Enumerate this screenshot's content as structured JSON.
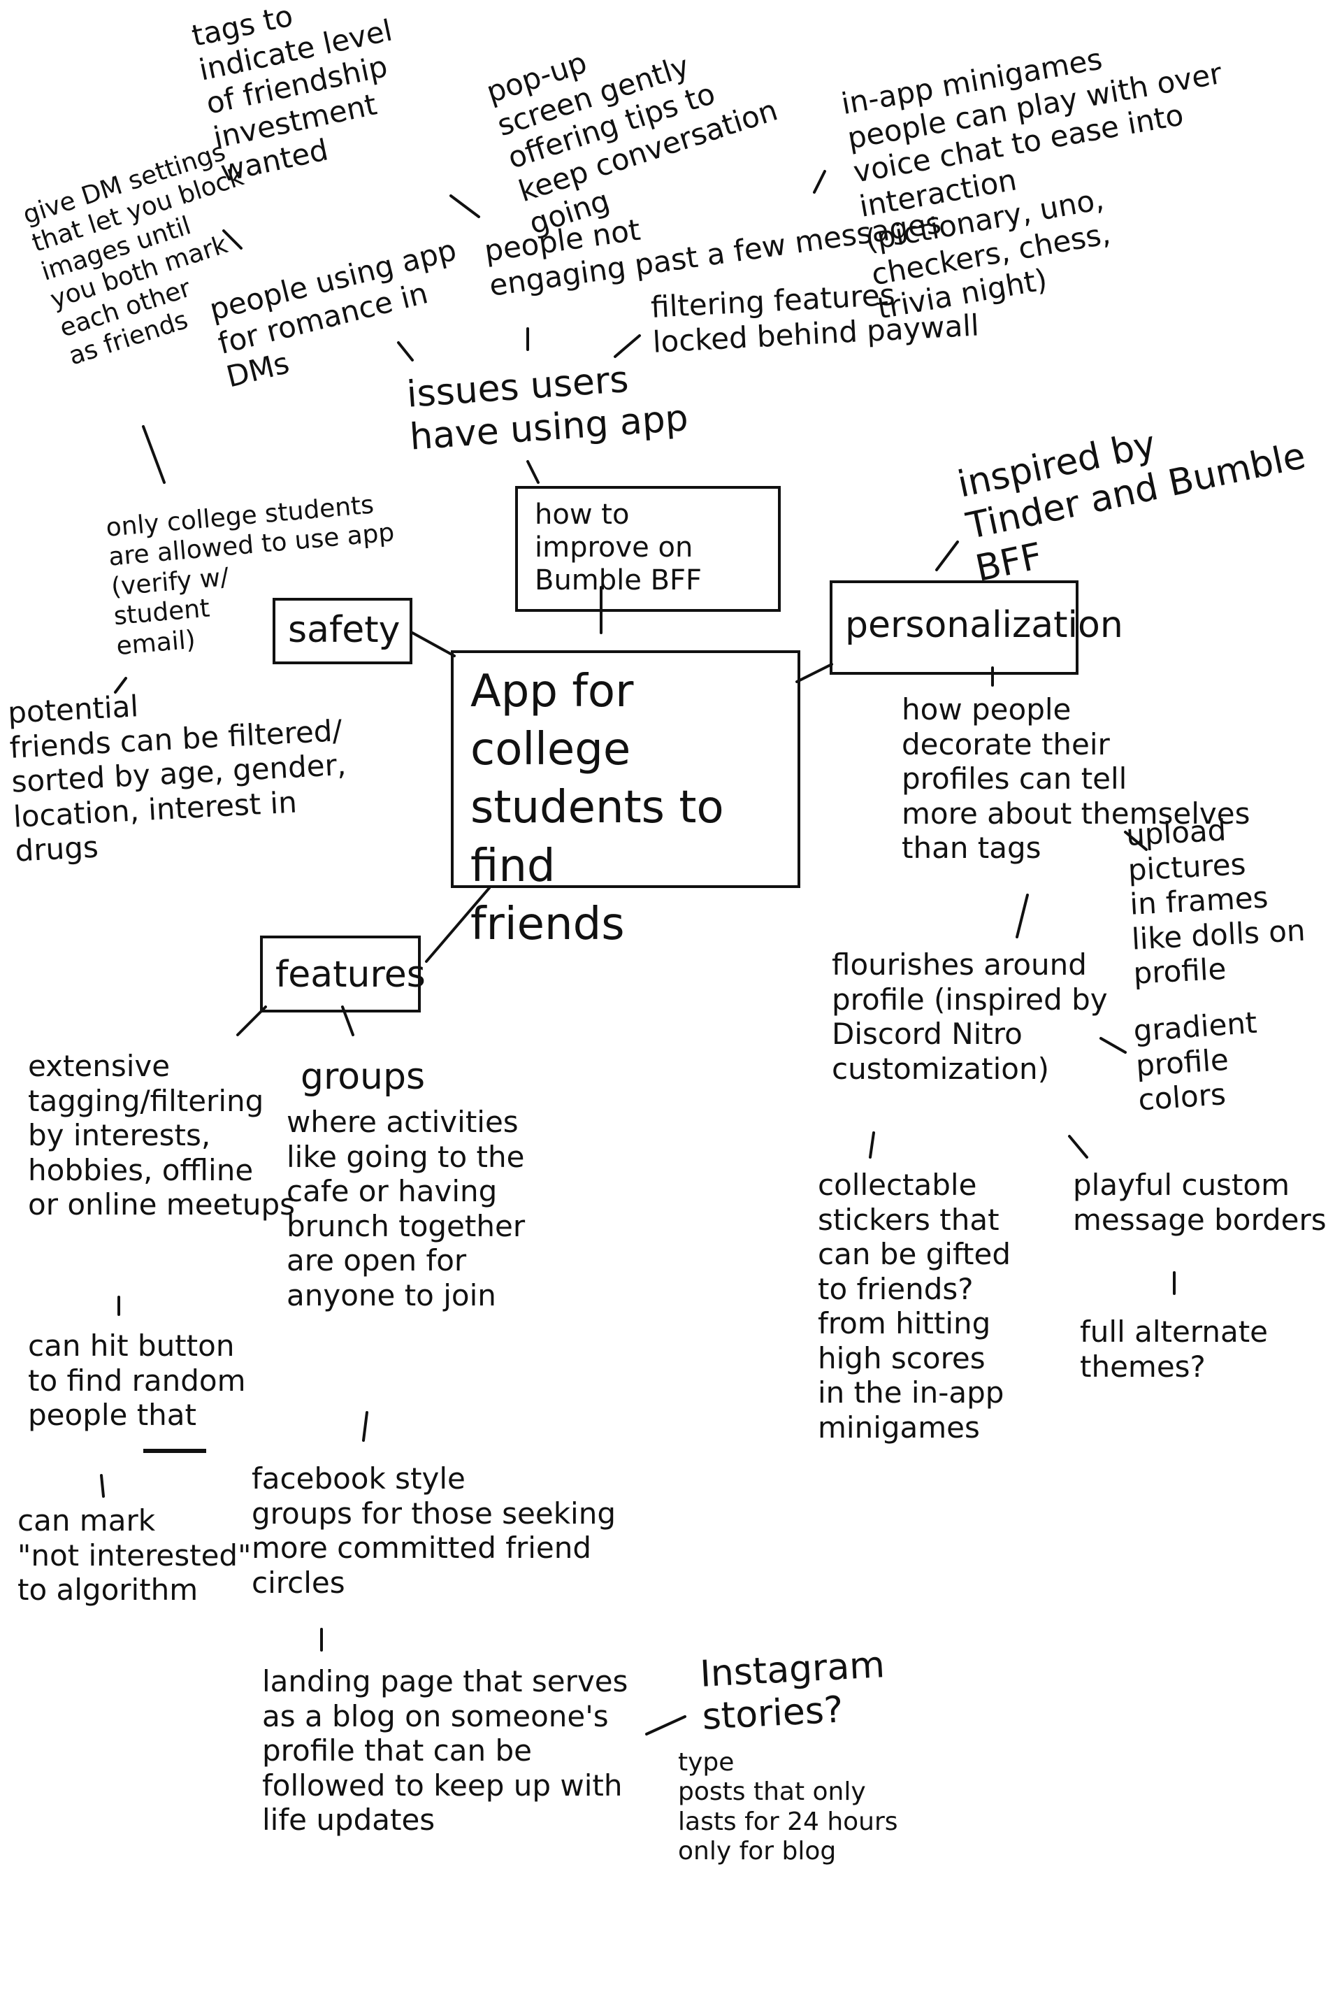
{
  "diagram": {
    "center": "App for college\nstudents to find\nfriends",
    "top_box": "how to\nimprove on\nBumble BFF",
    "safety_box": "safety",
    "personalization_box": "personalization",
    "features_box": "features",
    "issues": {
      "heading": "issues users\nhave using app",
      "tags_note": "tags to\nindicate level\nof friendship\ninvestment\nwanted",
      "popup_note": "pop-up\nscreen gently\noffering tips to\nkeep conversation\ngoing",
      "not_engaging": "people not\nengaging past a few messages",
      "minigames_note": "in-app minigames\npeople can play with over\nvoice chat to ease into\ninteraction\n(pictionary, uno,\ncheckers, chess,\ntrivia night)",
      "dm_settings": "give DM settings\nthat let you block\nimages until\nyou both mark\neach other\nas friends",
      "romance": "people using app\nfor romance in\nDMs",
      "paywall": "filtering features\nlocked behind paywall"
    },
    "personalization": {
      "inspired": "inspired by\nTinder and Bumble BFF",
      "decorate": "how people\ndecorate their\nprofiles can tell\nmore about themselves\nthan tags",
      "upload": "upload pictures\nin frames\nlike dolls on\nprofile",
      "flourishes": "flourishes around\nprofile (inspired by\nDiscord Nitro\ncustomization)",
      "gradient": "gradient\nprofile\ncolors",
      "stickers": "collectable\nstickers that\ncan be gifted\nto friends?\nfrom hitting\nhigh scores\nin the in-app\nminigames",
      "borders": "playful custom\nmessage borders",
      "themes": "full alternate\nthemes?"
    },
    "safety": {
      "college_only": "only college students\nare allowed to use app\n(verify w/\nstudent\nemail)",
      "filtered": "potential\nfriends can be filtered/\nsorted by age, gender,\nlocation, interest in\ndrugs"
    },
    "features": {
      "tagging": "extensive\ntagging/filtering\nby interests,\nhobbies, offline\nor online meetups",
      "random": "can hit button\nto find random\npeople that",
      "not_interested": "can mark\n\"not interested\"\nto algorithm",
      "groups_title": "groups",
      "groups": "where activities\nlike going to the\ncafe or having\nbrunch together\nare open for\nanyone to join",
      "facebook": "facebook style\ngroups for those seeking\nmore committed friend\ncircles",
      "landing": "landing page that serves\nas a blog on someone's\nprofile that can be\nfollowed to keep up with\nlife updates",
      "instagram": "Instagram\nstories?",
      "posts": "type\nposts that only\nlasts for 24 hours\nonly for blog"
    }
  }
}
